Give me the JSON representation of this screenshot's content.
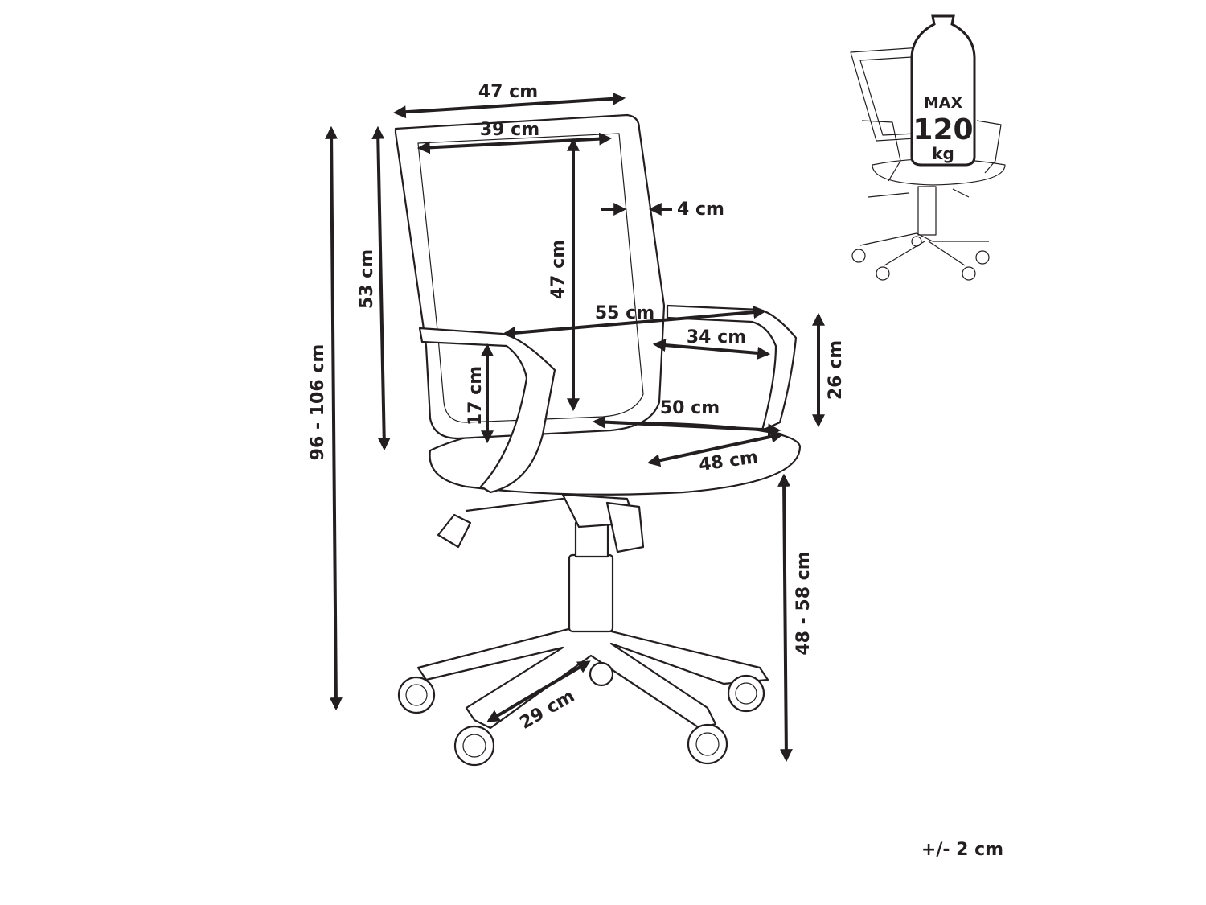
{
  "dimensions": {
    "back_outer_width": "47 cm",
    "back_inner_width": "39 cm",
    "back_thickness": "4 cm",
    "back_height": "53 cm",
    "back_inner_height": "47 cm",
    "total_height": "96 - 106 cm",
    "armrest_span": "55 cm",
    "armrest_length": "34 cm",
    "armrest_height_right": "26 cm",
    "armrest_height_left": "17 cm",
    "seat_width": "50 cm",
    "seat_depth": "48 cm",
    "seat_height": "48 - 58 cm",
    "base_leg": "29 cm"
  },
  "tolerance": "+/- 2 cm",
  "max_load_badge": {
    "line1": "MAX",
    "line2": "120",
    "line3": "kg"
  }
}
